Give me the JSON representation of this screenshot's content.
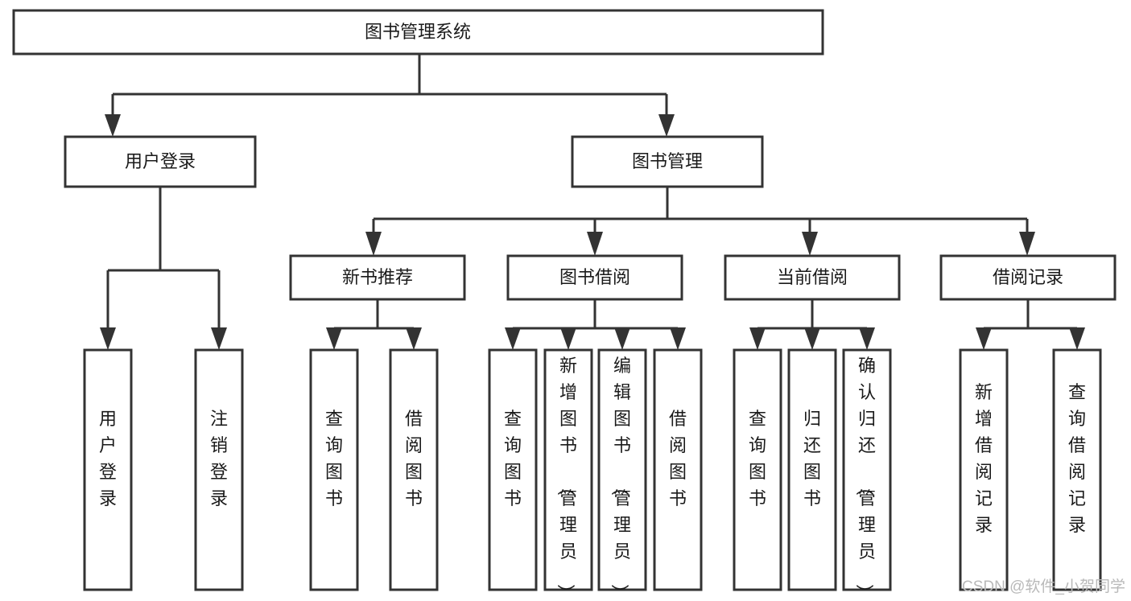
{
  "diagram": {
    "type": "tree",
    "title": "图书管理系统",
    "orientation": "top-down",
    "colors": {
      "box_stroke": "#333333",
      "box_fill": "#ffffff",
      "connector": "#333333",
      "text": "#1a1a1a",
      "watermark": "#b9b9b9",
      "background": "#ffffff"
    },
    "nodes": {
      "root": {
        "label": "图书管理系统",
        "level": 1,
        "orientation": "horizontal"
      },
      "login": {
        "label": "用户登录",
        "level": 2,
        "orientation": "horizontal"
      },
      "bookmgmt": {
        "label": "图书管理",
        "level": 2,
        "orientation": "horizontal"
      },
      "newbook": {
        "label": "新书推荐",
        "level": 3,
        "orientation": "horizontal"
      },
      "borrow": {
        "label": "图书借阅",
        "level": 3,
        "orientation": "horizontal"
      },
      "current": {
        "label": "当前借阅",
        "level": 3,
        "orientation": "horizontal"
      },
      "record": {
        "label": "借阅记录",
        "level": 3,
        "orientation": "horizontal"
      },
      "leaf_user_login": {
        "label": "用户登录",
        "level": 3,
        "orientation": "vertical"
      },
      "leaf_user_logout": {
        "label": "注销登录",
        "level": 3,
        "orientation": "vertical"
      },
      "leaf_nb_query": {
        "label": "查询图书",
        "level": 4,
        "orientation": "vertical"
      },
      "leaf_nb_borrow": {
        "label": "借阅图书",
        "level": 4,
        "orientation": "vertical"
      },
      "leaf_bo_query": {
        "label": "查询图书",
        "level": 4,
        "orientation": "vertical"
      },
      "leaf_bo_add": {
        "label": "新增图书（管理员）",
        "level": 4,
        "orientation": "vertical"
      },
      "leaf_bo_edit": {
        "label": "编辑图书（管理员）",
        "level": 4,
        "orientation": "vertical"
      },
      "leaf_bo_borrow": {
        "label": "借阅图书",
        "level": 4,
        "orientation": "vertical"
      },
      "leaf_cu_query": {
        "label": "查询图书",
        "level": 4,
        "orientation": "vertical"
      },
      "leaf_cu_return": {
        "label": "归还图书",
        "level": 4,
        "orientation": "vertical"
      },
      "leaf_cu_confirm": {
        "label": "确认归还（管理员）",
        "level": 4,
        "orientation": "vertical"
      },
      "leaf_re_add": {
        "label": "新增借阅记录",
        "level": 4,
        "orientation": "vertical"
      },
      "leaf_re_query": {
        "label": "查询借阅记录",
        "level": 4,
        "orientation": "vertical"
      }
    },
    "edges": [
      {
        "from": "root",
        "to": "login"
      },
      {
        "from": "root",
        "to": "bookmgmt"
      },
      {
        "from": "login",
        "to": "leaf_user_login"
      },
      {
        "from": "login",
        "to": "leaf_user_logout"
      },
      {
        "from": "bookmgmt",
        "to": "newbook"
      },
      {
        "from": "bookmgmt",
        "to": "borrow"
      },
      {
        "from": "bookmgmt",
        "to": "current"
      },
      {
        "from": "bookmgmt",
        "to": "record"
      },
      {
        "from": "newbook",
        "to": "leaf_nb_query"
      },
      {
        "from": "newbook",
        "to": "leaf_nb_borrow"
      },
      {
        "from": "borrow",
        "to": "leaf_bo_query"
      },
      {
        "from": "borrow",
        "to": "leaf_bo_add"
      },
      {
        "from": "borrow",
        "to": "leaf_bo_edit"
      },
      {
        "from": "borrow",
        "to": "leaf_bo_borrow"
      },
      {
        "from": "current",
        "to": "leaf_cu_query"
      },
      {
        "from": "current",
        "to": "leaf_cu_return"
      },
      {
        "from": "current",
        "to": "leaf_cu_confirm"
      },
      {
        "from": "record",
        "to": "leaf_re_add"
      },
      {
        "from": "record",
        "to": "leaf_re_query"
      }
    ]
  },
  "watermark": {
    "text": "CSDN @软件_小贺同学"
  }
}
